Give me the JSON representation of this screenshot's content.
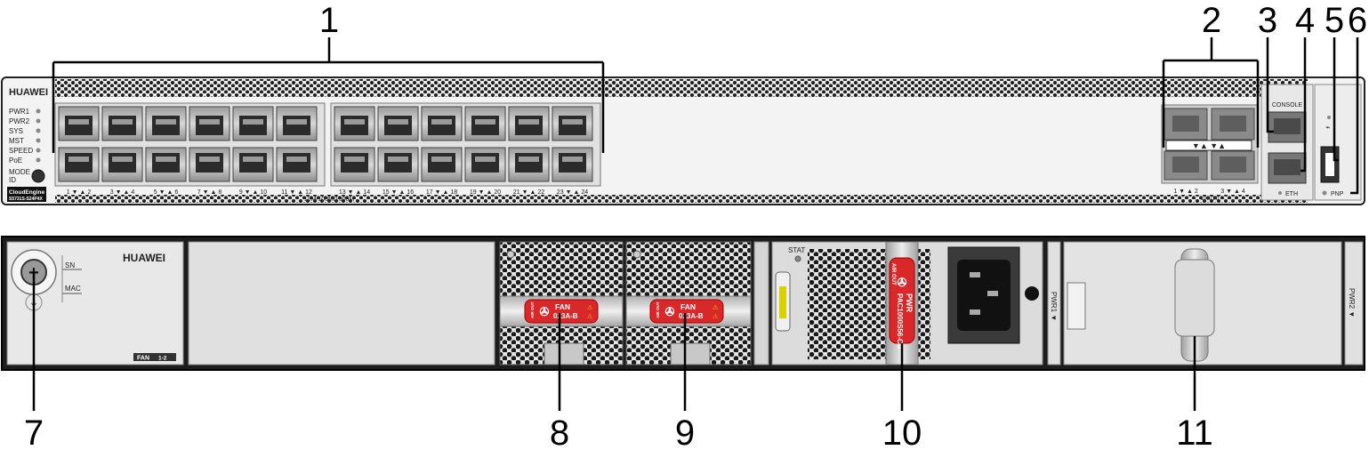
{
  "callouts": [
    "1",
    "2",
    "3",
    "4",
    "5",
    "6",
    "7",
    "8",
    "9",
    "10",
    "11"
  ],
  "front_panel": {
    "brand": "HUAWEI",
    "indicators": [
      "PWR1",
      "PWR2",
      "SYS",
      "MST",
      "SPEED",
      "PoE"
    ],
    "mode_label_1": "MODE",
    "mode_label_2": "ID",
    "model_1": "CloudEngine",
    "model_2": "S5731S-S24P4X",
    "port_numbers": [
      "1 ▼ ▲ 2",
      "3 ▼ ▲ 4",
      "5 ▼ ▲ 6",
      "7 ▼ ▲ 8",
      "9 ▼ ▲ 10",
      "11 ▼ ▲ 12",
      "13 ▼ ▲ 14",
      "15 ▼ ▲ 16",
      "17 ▼ ▲ 18",
      "19 ▼ ▲ 20",
      "21 ▼ ▲ 22",
      "23 ▼ ▲ 24"
    ],
    "speed_label": "10M/100M/1000M",
    "sfp_numbers": [
      "1 ▼ ▲ 2",
      "3 ▼ ▲ 4"
    ],
    "sfp_speed": "10G/1G",
    "console_label": "CONSOLE",
    "eth_label": "ETH",
    "pnp_label": "PNP",
    "sfp_arrows": "▼▲ ▼▲"
  },
  "rear_panel": {
    "brand": "HUAWEI",
    "sn_label": "SN",
    "mac_label": "MAC",
    "fan_slot": "FAN",
    "fan_slot_num": "1-2",
    "fan_label_1": "FAN",
    "fan_label_2": "023A-B",
    "air_out": "AIR OUT",
    "stat_label": "STAT",
    "pwr_label_1": "PWR",
    "pwr_label_2": "PAC1000S56-CB",
    "pwr1": "PWR1 ▼",
    "pwr2": "PWR2 ▼"
  }
}
